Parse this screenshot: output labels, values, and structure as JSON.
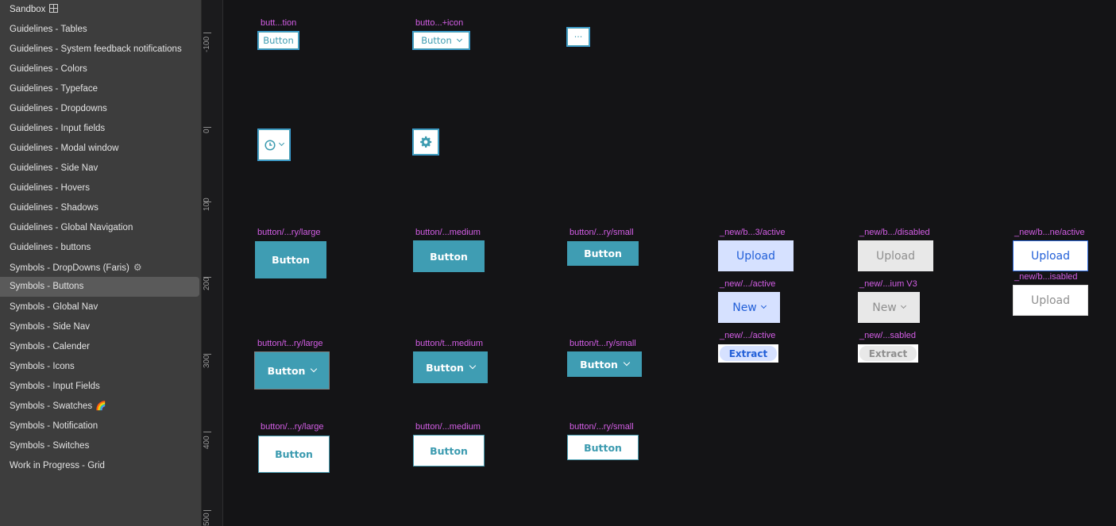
{
  "sidebar": {
    "items": [
      {
        "label": "Sandbox",
        "suffix": "grid"
      },
      {
        "label": "Guidelines - Tables"
      },
      {
        "label": "Guidelines - System feedback notifications"
      },
      {
        "label": "Guidelines - Colors"
      },
      {
        "label": "Guidelines - Typeface"
      },
      {
        "label": "Guidelines - Dropdowns"
      },
      {
        "label": "Guidelines - Input fields"
      },
      {
        "label": "Guidelines - Modal window"
      },
      {
        "label": "Guidelines - Side Nav"
      },
      {
        "label": "Guidelines - Hovers"
      },
      {
        "label": "Guidelines - Shadows"
      },
      {
        "label": "Guidelines - Global Navigation"
      },
      {
        "label": "Guidelines - buttons"
      },
      {
        "label": "Symbols - DropDowns (Faris)",
        "suffix": "gear"
      },
      {
        "label": "Symbols - Buttons",
        "selected": true
      },
      {
        "label": "Symbols - Global Nav"
      },
      {
        "label": "Symbols - Side Nav"
      },
      {
        "label": "Symbols - Calender"
      },
      {
        "label": "Symbols - Icons"
      },
      {
        "label": "Symbols - Input Fields"
      },
      {
        "label": "Symbols - Swatches",
        "emoji": "🌈"
      },
      {
        "label": "Symbols - Notification"
      },
      {
        "label": "Symbols - Switches"
      },
      {
        "label": "Work in Progress - Grid"
      }
    ]
  },
  "ruler": {
    "ticks": [
      "-100",
      "0",
      "100",
      "200",
      "300",
      "400",
      "500"
    ]
  },
  "labels": {
    "butt_tion": "butt...tion",
    "butto_icon": "butto...+icon",
    "primary_large": "button/...ry/large",
    "primary_medium": "button/...medium",
    "primary_small": "button/...ry/small",
    "new_b3_active": "_new/b...3/active",
    "new_b_disabled": "_new/b.../disabled",
    "new_bne_active": "_new/b...ne/active",
    "new_b_isabled": "_new/b...isabled",
    "new_active_1": "_new/.../active",
    "new_ium_v3": "_new/...ium V3",
    "new_active_2": "_new/.../active",
    "new_sabled": "_new/...sabled",
    "t_large": "button/t...ry/large",
    "t_medium": "button/t...medium",
    "t_small": "button/t...ry/small",
    "w_large": "button/...ry/large",
    "w_medium": "button/...medium",
    "w_small": "button/...ry/small"
  },
  "buttons": {
    "button": "Button",
    "more": "···",
    "upload": "Upload",
    "new": "New",
    "extract": "Extract"
  },
  "icons": {
    "clock": "clock-icon",
    "gear": "gear-icon",
    "chevron": "chevron-down-icon"
  },
  "colors": {
    "teal": "#3f9db3",
    "blue": "#2360d8",
    "label_magenta": "#d45ee6",
    "selection": "#3a9fd6"
  }
}
